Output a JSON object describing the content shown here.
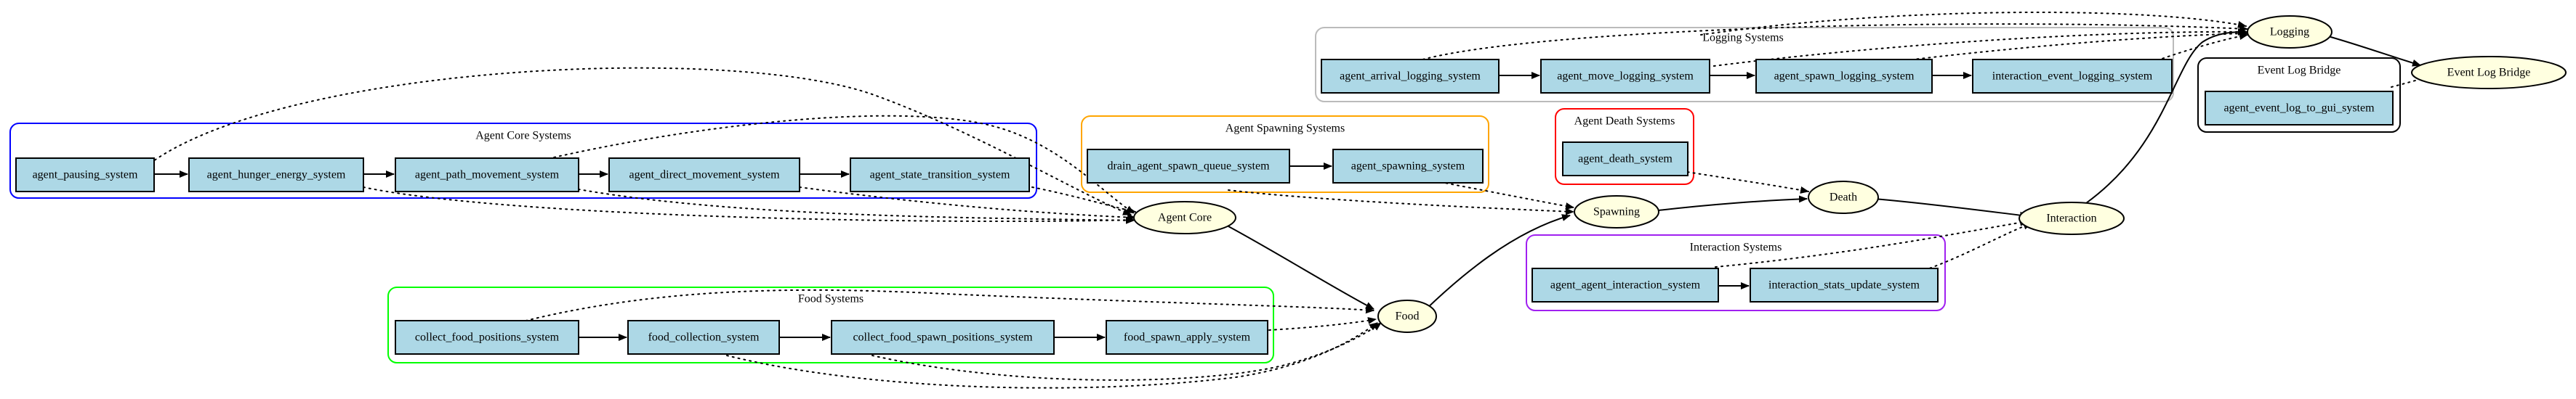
{
  "clusters": {
    "logging": {
      "title": "Logging Systems",
      "color": "#bbbbbb"
    },
    "agent_core": {
      "title": "Agent Core Systems",
      "color": "#0000ff"
    },
    "spawning": {
      "title": "Agent Spawning Systems",
      "color": "#ffa500"
    },
    "death": {
      "title": "Agent Death Systems",
      "color": "#ff0000"
    },
    "event_bridge": {
      "title": "Event Log Bridge",
      "color": "#000000"
    },
    "interaction": {
      "title": "Interaction Systems",
      "color": "#a020f0"
    },
    "food": {
      "title": "Food Systems",
      "color": "#00ff00"
    }
  },
  "systems": {
    "agent_arrival_logging_system": "agent_arrival_logging_system",
    "agent_move_logging_system": "agent_move_logging_system",
    "agent_spawn_logging_system": "agent_spawn_logging_system",
    "interaction_event_logging_system": "interaction_event_logging_system",
    "agent_pausing_system": "agent_pausing_system",
    "agent_hunger_energy_system": "agent_hunger_energy_system",
    "agent_path_movement_system": "agent_path_movement_system",
    "agent_direct_movement_system": "agent_direct_movement_system",
    "agent_state_transition_system": "agent_state_transition_system",
    "drain_agent_spawn_queue_system": "drain_agent_spawn_queue_system",
    "agent_spawning_system": "agent_spawning_system",
    "agent_death_system": "agent_death_system",
    "agent_event_log_to_gui_system": "agent_event_log_to_gui_system",
    "agent_agent_interaction_system": "agent_agent_interaction_system",
    "interaction_stats_update_system": "interaction_stats_update_system",
    "collect_food_positions_system": "collect_food_positions_system",
    "food_collection_system": "food_collection_system",
    "collect_food_spawn_positions_system": "collect_food_spawn_positions_system",
    "food_spawn_apply_system": "food_spawn_apply_system"
  },
  "stages": {
    "agent_core": "Agent Core",
    "food": "Food",
    "spawning": "Spawning",
    "death": "Death",
    "interaction": "Interaction",
    "logging": "Logging",
    "event_log_bridge": "Event Log Bridge"
  },
  "colors": {
    "system_fill": "#add8e6",
    "stage_fill": "#ffffe0"
  }
}
